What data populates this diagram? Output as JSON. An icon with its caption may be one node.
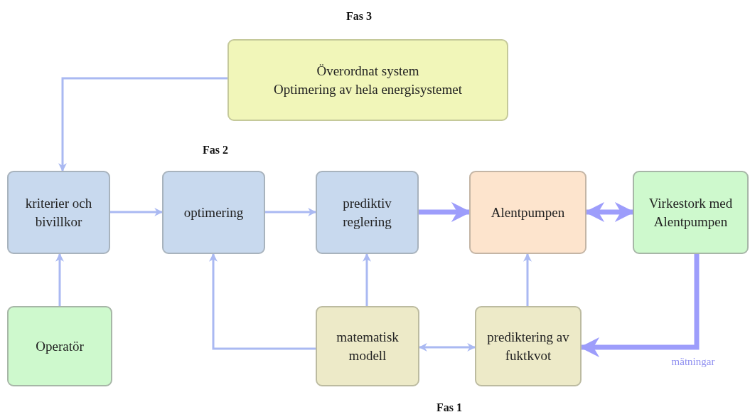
{
  "diagram": {
    "nodes": [
      {
        "text": [
          "Överordnat system",
          "Optimering av hela energisystemet"
        ]
      },
      {
        "text": [
          "kriterier och bivillkor"
        ]
      },
      {
        "text": [
          "optimering"
        ]
      },
      {
        "text": [
          "prediktiv reglering"
        ]
      },
      {
        "text": [
          "Alentpumpen"
        ]
      },
      {
        "text": [
          "Virkestork med Alentpumpen"
        ]
      },
      {
        "text": [
          "Operatör"
        ]
      },
      {
        "text": [
          "matematisk modell"
        ]
      },
      {
        "text": [
          "prediktering av fuktkvot"
        ]
      }
    ],
    "edges": [
      {
        "from": 0,
        "to": 1,
        "arrow": "to"
      },
      {
        "from": 1,
        "to": 2,
        "arrow": "to"
      },
      {
        "from": 2,
        "to": 3,
        "arrow": "to"
      },
      {
        "from": 3,
        "to": 4,
        "arrow": "to",
        "style": "thick",
        "color": "#9d9dfb"
      },
      {
        "from": 4,
        "to": 5,
        "arrow": "both",
        "style": "thick",
        "color": "#9d9dfb"
      },
      {
        "from": 6,
        "to": 1,
        "arrow": "to"
      },
      {
        "from": 7,
        "to": 2,
        "arrow": "to"
      },
      {
        "from": 7,
        "to": 3,
        "arrow": "to"
      },
      {
        "from": 7,
        "to": 8,
        "arrow": "both"
      },
      {
        "from": 8,
        "to": 4,
        "arrow": "to"
      },
      {
        "from": 5,
        "to": 8,
        "arrow": "to",
        "style": "thick",
        "color": "#9d9dfb",
        "label": "mätningar"
      }
    ],
    "labels": [
      "Fas 3",
      "Fas 2",
      "Fas 1"
    ]
  }
}
